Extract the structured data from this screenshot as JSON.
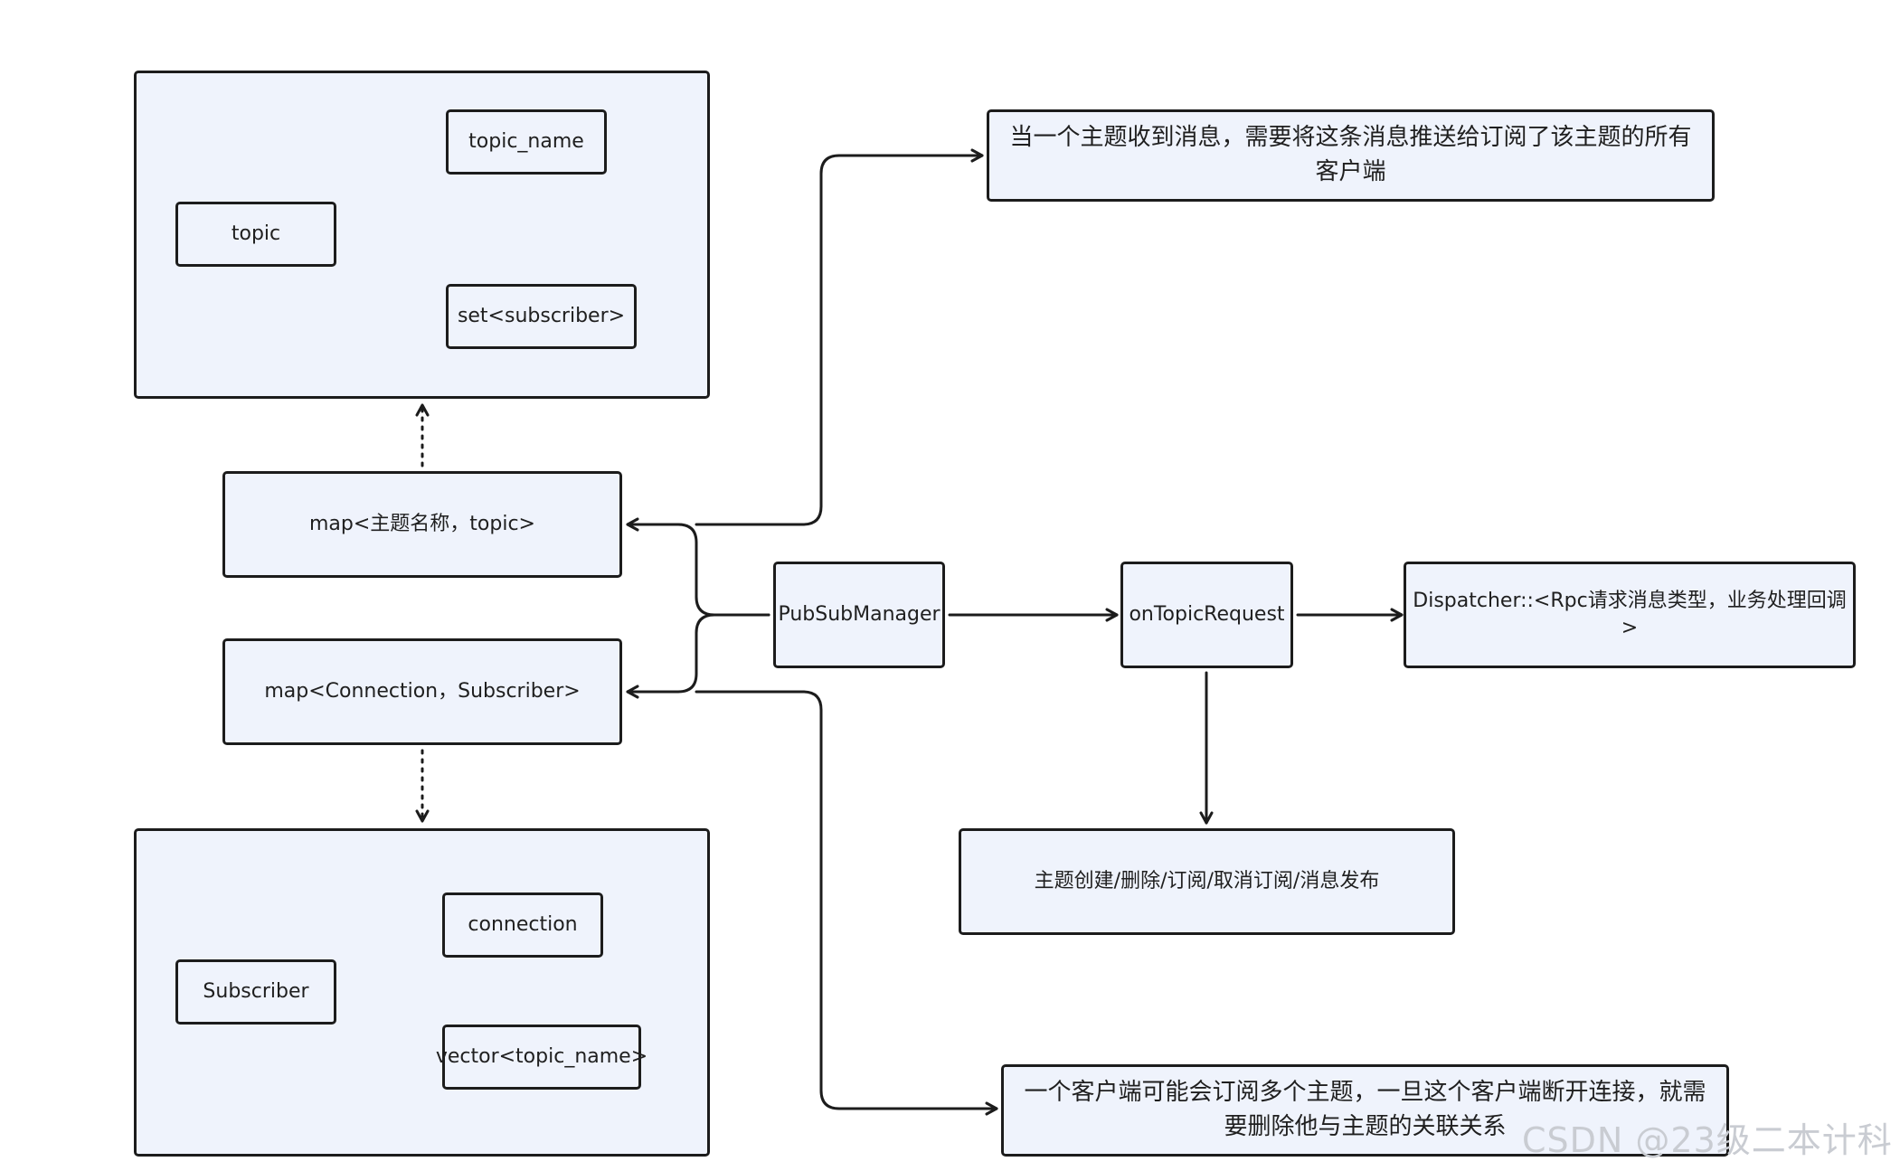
{
  "topic_group": {
    "topic": "topic",
    "topic_name": "topic_name",
    "set_subscriber": "set<subscriber>"
  },
  "subscriber_group": {
    "subscriber": "Subscriber",
    "connection": "connection",
    "vector_topic_name": "vector<topic_name>"
  },
  "maps": {
    "topic_map": "map<主题名称，topic>",
    "connection_map": "map<Connection，Subscriber>"
  },
  "flow": {
    "pubsub_manager": "PubSubManager",
    "on_topic_request": "onTopicRequest",
    "dispatcher": "Dispatcher::<Rpc请求消息类型，业务处理回调>",
    "operations": "主题创建/删除/订阅/取消订阅/消息发布"
  },
  "notes": {
    "publish_line1": "当一个主题收到消息，需要将这条消息推送给订阅了该主题的所有",
    "publish_line2": "客户端",
    "disconnect_line1": "一个客户端可能会订阅多个主题，一旦这个客户端断开连接，就需",
    "disconnect_line2": "要删除他与主题的关联关系"
  },
  "watermark": "CSDN @23级二本计科"
}
